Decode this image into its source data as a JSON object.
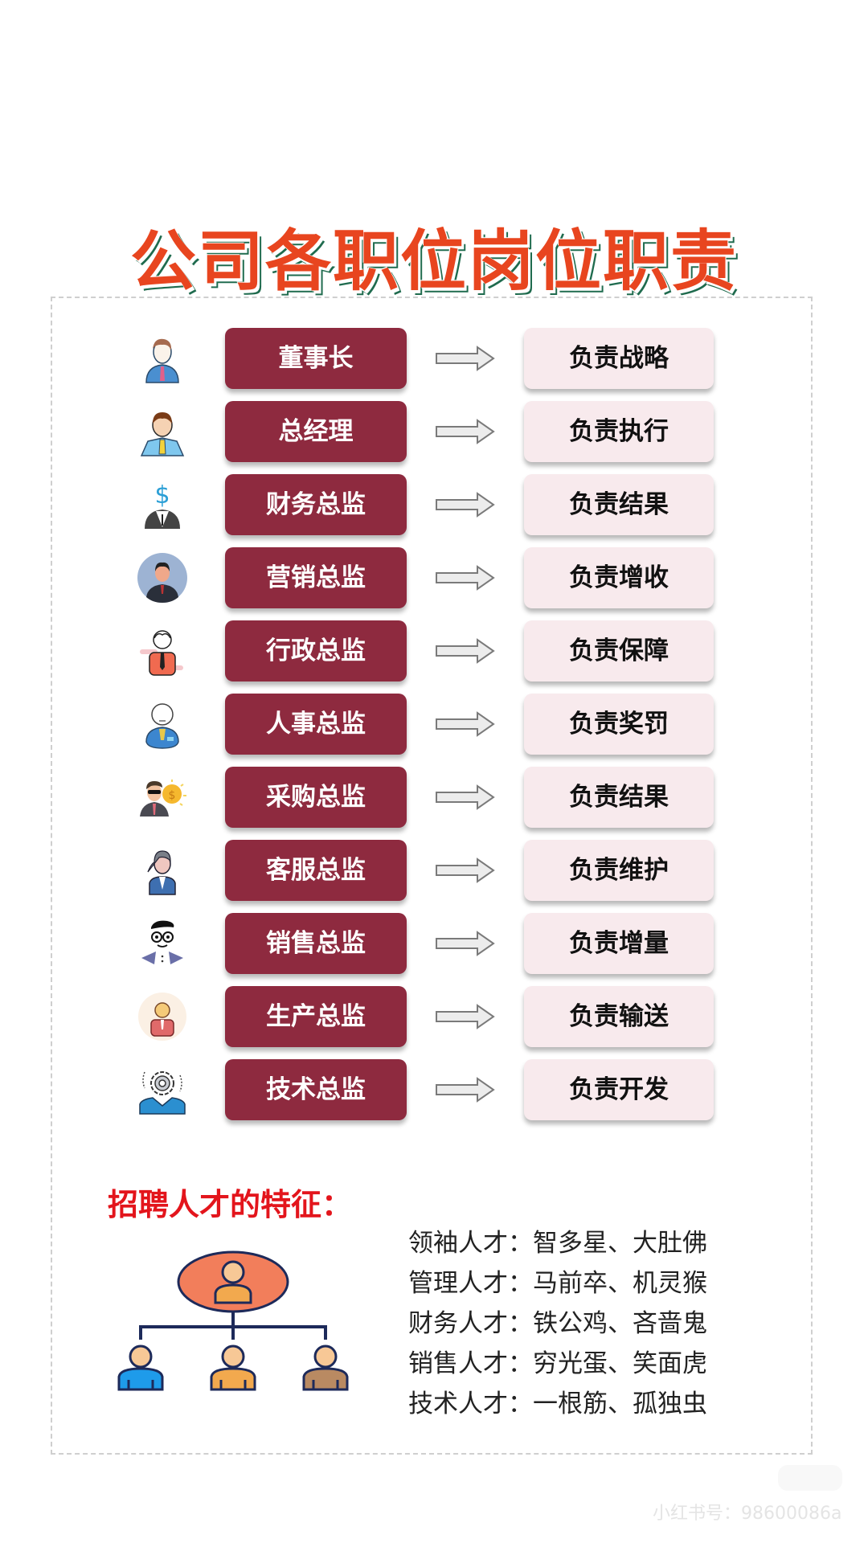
{
  "title": "公司各职位岗位职责",
  "rows": [
    {
      "icon": "chairman-icon",
      "role": "董事长",
      "duty": "负责战略"
    },
    {
      "icon": "general-manager-icon",
      "role": "总经理",
      "duty": "负责执行"
    },
    {
      "icon": "finance-director-icon",
      "role": "财务总监",
      "duty": "负责结果"
    },
    {
      "icon": "marketing-director-icon",
      "role": "营销总监",
      "duty": "负责增收"
    },
    {
      "icon": "admin-director-icon",
      "role": "行政总监",
      "duty": "负责保障"
    },
    {
      "icon": "hr-director-icon",
      "role": "人事总监",
      "duty": "负责奖罚"
    },
    {
      "icon": "purchasing-director-icon",
      "role": "采购总监",
      "duty": "负责结果"
    },
    {
      "icon": "customer-service-director-icon",
      "role": "客服总监",
      "duty": "负责维护"
    },
    {
      "icon": "sales-director-icon",
      "role": "销售总监",
      "duty": "负责增量"
    },
    {
      "icon": "production-director-icon",
      "role": "生产总监",
      "duty": "负责输送"
    },
    {
      "icon": "tech-director-icon",
      "role": "技术总监",
      "duty": "负责开发"
    }
  ],
  "recruit": {
    "title": "招聘人才的特征：",
    "traits": [
      "领袖人才：智多星、大肚佛",
      "管理人才：马前卒、机灵猴",
      "财务人才：铁公鸡、吝啬鬼",
      "销售人才：穷光蛋、笑面虎",
      "技术人才：一根筋、孤独虫"
    ]
  },
  "watermark": "小红书号：98600086a",
  "colors": {
    "title": "#E8451F",
    "title_shadow": "#1F6B4E",
    "role_bg": "#8E2A3F",
    "duty_bg": "#F8EAED",
    "subtitle": "#E3151C"
  }
}
